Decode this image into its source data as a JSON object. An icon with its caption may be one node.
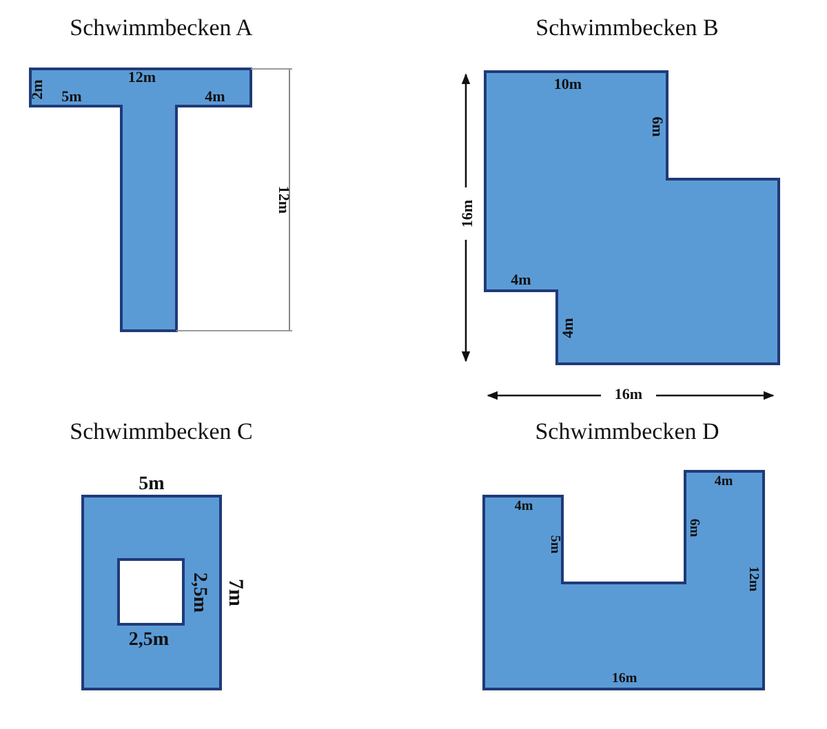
{
  "diagram": {
    "nodes": [
      {
        "text": [
          "Schwimmbecken A",
          "12m",
          "2m",
          "5m",
          "4m"
        ],
        "beside": [
          "12m"
        ]
      },
      {
        "text": [
          "Schwimmbecken B",
          "10m",
          "6m",
          "4m",
          "4m"
        ],
        "beside": [
          "16m",
          "16m"
        ]
      },
      {
        "text": [
          "Schwimmbecken C",
          "5m",
          "2,5m",
          "7m",
          "2,5m"
        ]
      },
      {
        "text": [],
        "shape": "box",
        "in": 2
      },
      {
        "text": [
          "Schwimmbecken D",
          "4m",
          "5m",
          "6m",
          "4m",
          "12m",
          "16m"
        ]
      }
    ]
  }
}
